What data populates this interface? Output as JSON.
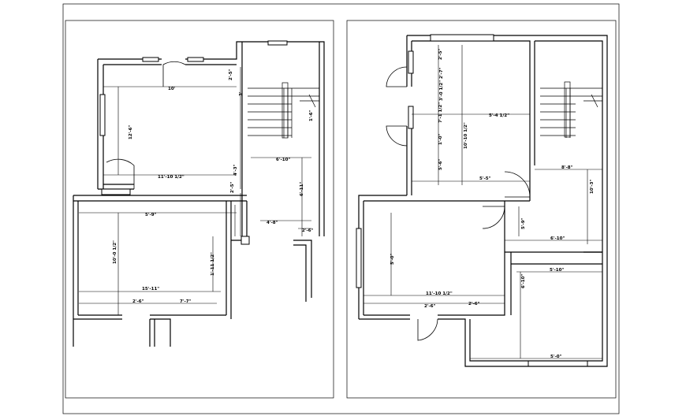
{
  "drawing": {
    "colors": {
      "background": "#ffffff",
      "lines": "#000000"
    },
    "left_plan": {
      "dimensions": [
        "2'-5\"",
        "10'",
        "3'",
        "12'-6\"",
        "11'-10 1/2\"",
        "4'-3\"",
        "2'-5\"",
        "1'-6\"",
        "6'-10\"",
        "6'-11\"",
        "5'-9\"",
        "10'-0 1/2\"",
        "15'-11\"",
        "1'-11 1/2\"",
        "4'-8\"",
        "2'-6\"",
        "7'-7\"",
        "2'-6\""
      ]
    },
    "right_plan": {
      "dimensions": [
        "2'-5\"",
        "2'-7\"",
        "3'-0 1/2\"",
        "7'-1 1/2\"",
        "1'-0\"",
        "5'-6\"",
        "10'-10 1/2\"",
        "5'-4 1/2\"",
        "5'-5\"",
        "8'-8\"",
        "10'-3\"",
        "11'-10 1/2\"",
        "2'-6\"",
        "2'-6\"",
        "5'-0\"",
        "6'-10\"",
        "5'-10\"",
        "5'-9\"",
        "6'-10\"",
        "5'-0\""
      ]
    }
  }
}
